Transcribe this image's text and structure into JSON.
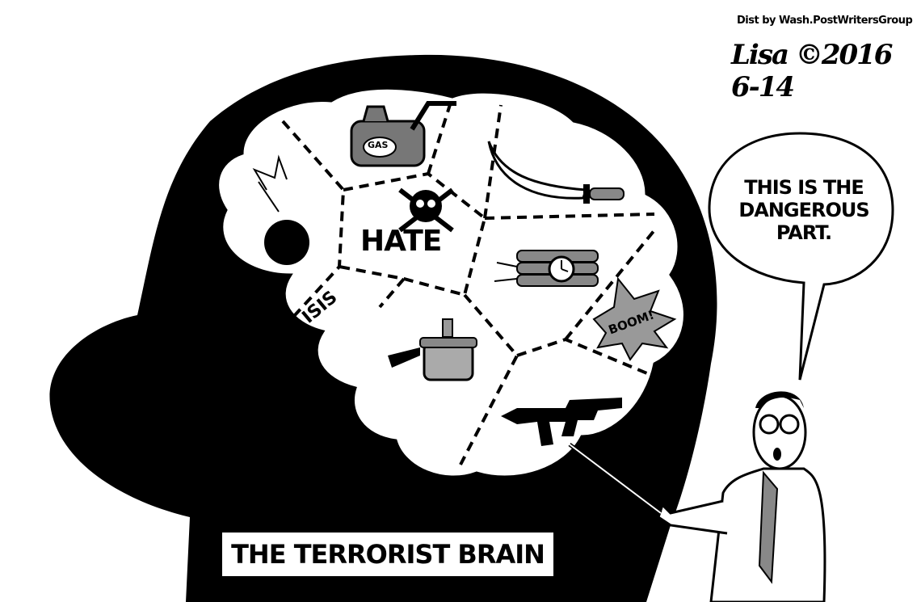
{
  "credit": "Dist by Wash.PostWritersGroup",
  "signature": "Lisa ©2016 6-14",
  "speech_bubble": "THIS IS THE DANGEROUS PART.",
  "caption": "THE TERRORIST BRAIN",
  "brain_labels": {
    "gas": "GAS",
    "hate": "HATE",
    "isis": "ISIS",
    "boom": "BOOM!"
  }
}
